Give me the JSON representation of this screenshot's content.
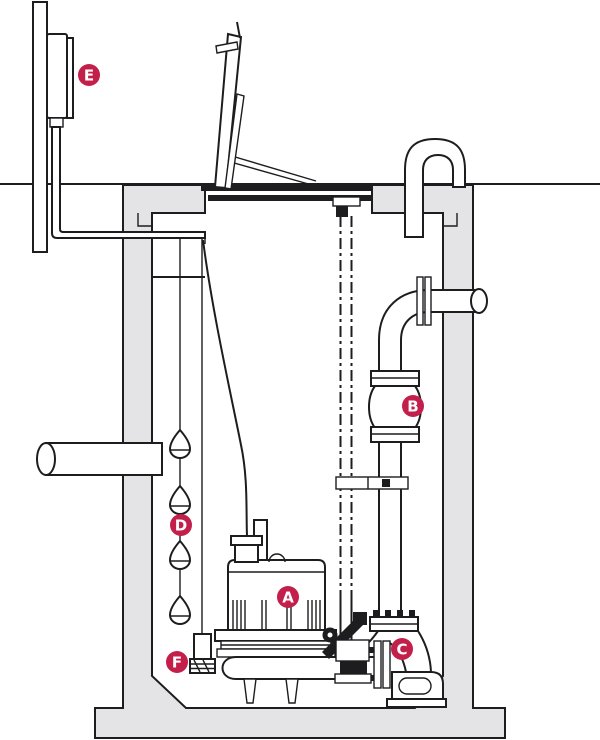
{
  "diagram": {
    "type": "cutaway-installation-diagram",
    "subject": "Submersible sewage pump basin installation",
    "colors": {
      "background": "#ffffff",
      "line": "#1d1d1f",
      "concrete": "#e4e4e6",
      "badge_fill": "#c21f4b",
      "badge_text": "#ffffff"
    },
    "callouts": [
      {
        "letter": "A",
        "component": "submersible-pump"
      },
      {
        "letter": "B",
        "component": "check-valve"
      },
      {
        "letter": "C",
        "component": "discharge-elbow"
      },
      {
        "letter": "D",
        "component": "float-switches"
      },
      {
        "letter": "E",
        "component": "control-panel"
      },
      {
        "letter": "F",
        "component": "cord-weight"
      }
    ]
  }
}
